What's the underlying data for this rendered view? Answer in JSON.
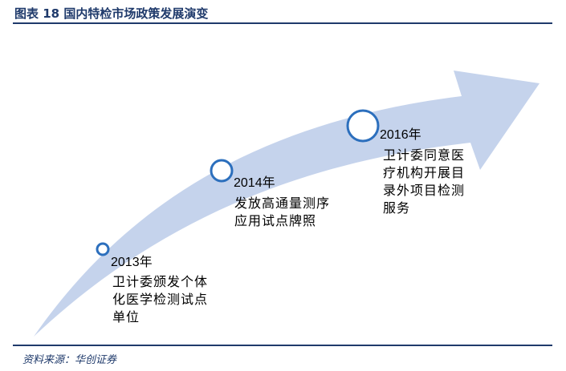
{
  "header": {
    "title": "图表 18 国内特检市场政策发展演变"
  },
  "footer": {
    "source": "资料来源：华创证券"
  },
  "colors": {
    "arrow_fill": "#c5d3ec",
    "milestone_ring": "#2c6fbd",
    "title": "#1f3a6b"
  },
  "milestones": [
    {
      "year": "2013年",
      "desc_lines": [
        "卫计委颁发个体",
        "化医学检测试点",
        "单位"
      ]
    },
    {
      "year": "2014年",
      "desc_lines": [
        "发放高通量测序",
        "应用试点牌照"
      ]
    },
    {
      "year": "2016年",
      "desc_lines": [
        "卫计委同意医",
        "疗机构开展目",
        "录外项目检测",
        "服务"
      ]
    }
  ]
}
